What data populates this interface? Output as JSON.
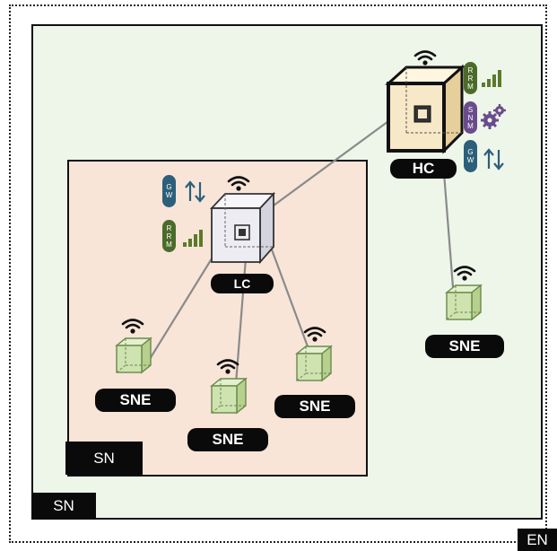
{
  "labels": {
    "en": "EN",
    "sn_outer": "SN",
    "sn_inner": "SN",
    "hc": "HC",
    "lc": "LC",
    "sne_1": "SNE",
    "sne_2": "SNE",
    "sne_3": "SNE",
    "sne_right": "SNE"
  },
  "badges": {
    "hc_rrm": [
      "R",
      "R",
      "M"
    ],
    "hc_snm": [
      "S",
      "N",
      "M"
    ],
    "hc_gw": [
      "G",
      "W"
    ],
    "lc_gw": [
      "G",
      "W"
    ],
    "lc_rrm": [
      "R",
      "R",
      "M"
    ]
  },
  "colors": {
    "en_area": "#eef6ea",
    "sn_area": "#f8e5d8",
    "rrm_badge": "#4c6b2a",
    "snm_badge": "#6a4c8c",
    "gw_badge": "#2c5f7a",
    "signal_bars": "#5c7a2a",
    "gear": "#6a4c8c",
    "arrows": "#2c5f7a",
    "sne_cube": "#cfe3b0",
    "hc_cube": "#f7e8c8",
    "lc_cube": "#ececf2",
    "link_line": "#8a8a8a"
  },
  "icons": [
    "wifi-icon",
    "signal-bars-icon",
    "gear-icon",
    "up-down-arrows-icon",
    "chip-icon",
    "cube-icon"
  ]
}
